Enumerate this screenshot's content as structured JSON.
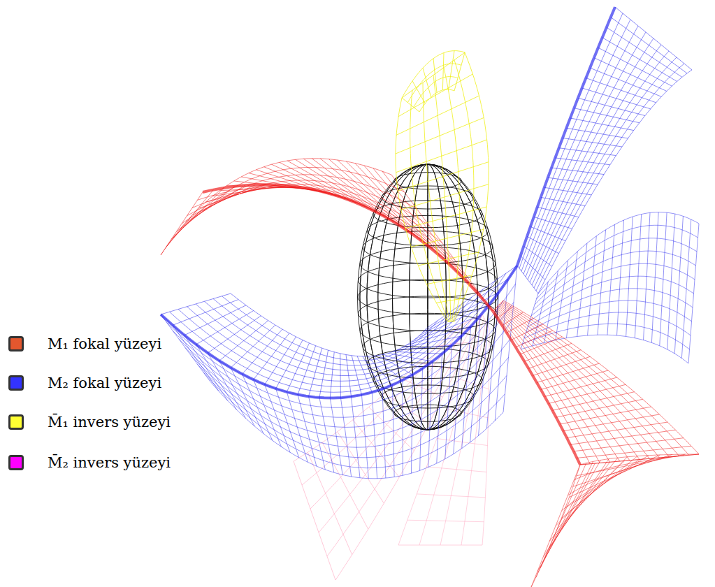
{
  "diagram": {
    "legend": [
      {
        "text": "M₁ fokal yüzeyi",
        "color": "#e4572e"
      },
      {
        "text": "M₂ fokal yüzeyi",
        "color": "#3333ff"
      },
      {
        "text": "M̄₁ invers yüzeyi",
        "color": "#ffff33"
      },
      {
        "text": "M̄₂ invers yüzeyi",
        "color": "#ff00ff"
      }
    ]
  }
}
